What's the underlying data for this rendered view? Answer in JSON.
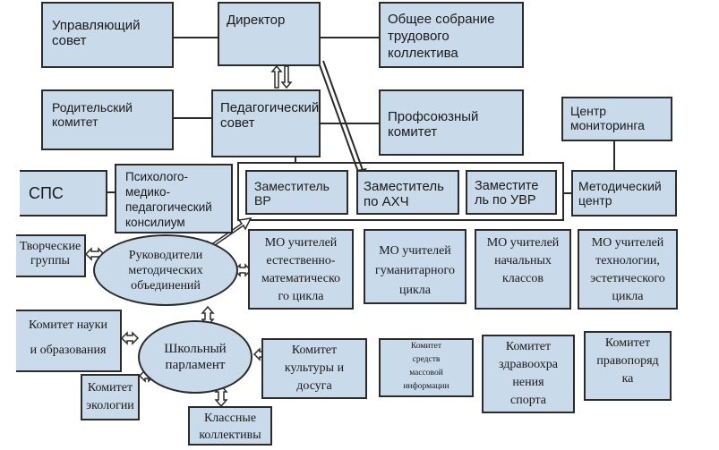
{
  "nodes": {
    "upravlyayushchiy": "Управляющий\nсовет",
    "direktor": "Директор",
    "obshchee": "Общее собрание\nтрудового\nколлектива",
    "roditelskiy": "Родительский\nкомитет",
    "pedsovet": "Педагогический\nсовет",
    "profsoyuz": "Профсоюзный\nкомитет",
    "monitoring": "Центр\nмониторинга",
    "sps": "СПС",
    "konsilium": "Психолого-\nмедико-\nпедагогический\nконсилиум",
    "zam_vr": "Заместитель\nВР",
    "zam_ahch": "Заместитель\nпо АХЧ",
    "zam_uvr": "Заместите\nль по УВР",
    "metod_centr": "Методический\nцентр",
    "tvorcheskie": "Творческие\nгруппы",
    "rukovoditeli": "Руководители\nметодических\nобъединений",
    "mo_estestv": "МО учителей\nестественно-\nматематическо\nго цикла",
    "mo_gumanit": "МО учителей\nгуманитарного\nцикла",
    "mo_nach": "МО учителей\nначальных\nклассов",
    "mo_tehn": "МО учителей\nтехнологии,\nэстетического\nцикла",
    "komitet_nauki": "Комитет науки\nи образования",
    "parlament": "Школьный\nпарламент",
    "komitet_kultury": "Комитет\nкультуры и\nдосуга",
    "komitet_smi": "Комитет\nсредств\nмассовой\nинформации",
    "komitet_zdrav": "Комитет\nздравоохра\nнения\nспорта",
    "komitet_pravo": "Комитет\nправопоряд\nка",
    "komitet_ekologii": "Комитет\nэкологии",
    "klassnye": "Классные\nколлективы"
  },
  "colors": {
    "box_fill": "#c9daea",
    "border": "#2b2b2b",
    "arrow_fill": "#ffffff"
  }
}
